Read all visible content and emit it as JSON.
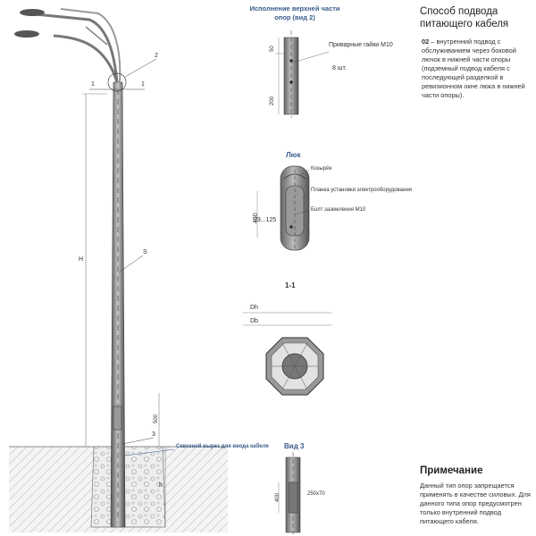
{
  "method": {
    "title": "Способ подвода питающего кабеля",
    "code": "02",
    "description": " – внутренний подвод с обслуживанием через боковой лючок в нижней части опоры (подземный подвод кабеля с последующей разделкой в ревизионном окне люка в нижней части опоры)."
  },
  "note": {
    "title": "Примечание",
    "description": "Данный тип опор запрещается применять в качестве силовых. Для данного типа опор предусмотрен только внутренний подвод питающего кабеля."
  },
  "pole": {
    "callout_2": "2",
    "callout_3": "3",
    "callout_S": "S",
    "section_mark": "1",
    "label_H": "H",
    "label_h": "h",
    "dim_500": "500",
    "cut_label": "Сквозной вырез для ввода кабеля"
  },
  "top_variant": {
    "title": "Исполнение верхней части опор (вид 2)",
    "dim_50": "50",
    "dim_200": "200",
    "nuts_label": "Приварные гайки М10",
    "nuts_count": "8 шт."
  },
  "hatch": {
    "title": "Люк",
    "visor": "Козырёк",
    "plate": "Планка установки электрооборудования",
    "bolt": "Болт заземления М10",
    "dim_450": "450",
    "dim_73": "73...125"
  },
  "section": {
    "title": "1-1",
    "dh": "Dh",
    "db": "Db"
  },
  "view3": {
    "title": "Вид 3",
    "dim_400": "400",
    "dim_250": "250x70"
  }
}
